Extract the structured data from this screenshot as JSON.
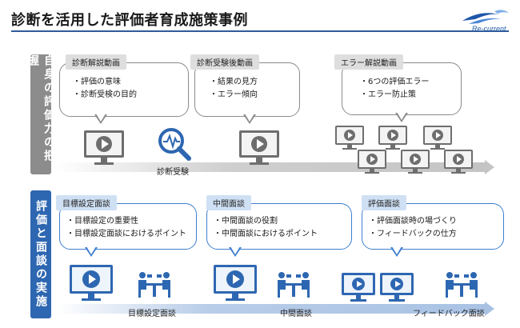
{
  "title": "診断を活用した評価者育成施策事例",
  "logo_text": "Re-current",
  "section1": {
    "label": "自身の評価力の把握",
    "boxes": [
      {
        "tag": "診断解説動画",
        "items": [
          "評価の意味",
          "診断受検の目的"
        ]
      },
      {
        "tag": "診断受験後動画",
        "items": [
          "結果の見方",
          "エラー傾向"
        ]
      },
      {
        "tag": "エラー解説動画",
        "items": [
          "6つの評価エラー",
          "エラー防止策"
        ]
      }
    ],
    "arrow_label": "診断受験"
  },
  "section2": {
    "label": "評価と面談の実施",
    "boxes": [
      {
        "tag": "目標設定面談",
        "items": [
          "目標設定の重要性",
          "目標設定面談におけるポイント"
        ]
      },
      {
        "tag": "中間面談",
        "items": [
          "中間面談の役割",
          "中間面談におけるポイント"
        ]
      },
      {
        "tag": "評価面談",
        "items": [
          "評価面談時の場づくり",
          "フィードバックの仕方"
        ]
      }
    ],
    "arrow_labels": [
      "目標設定面談",
      "中間面談",
      "フィードバック面談"
    ]
  },
  "colors": {
    "title_rule": "#2f5b9a",
    "gray": "#8c8c8c",
    "blue": "#2e67b1",
    "bubble_blue": "#3f7fd0"
  },
  "icons": [
    "video-monitor-icon",
    "diagnosis-magnifier-icon",
    "meeting-icon"
  ]
}
